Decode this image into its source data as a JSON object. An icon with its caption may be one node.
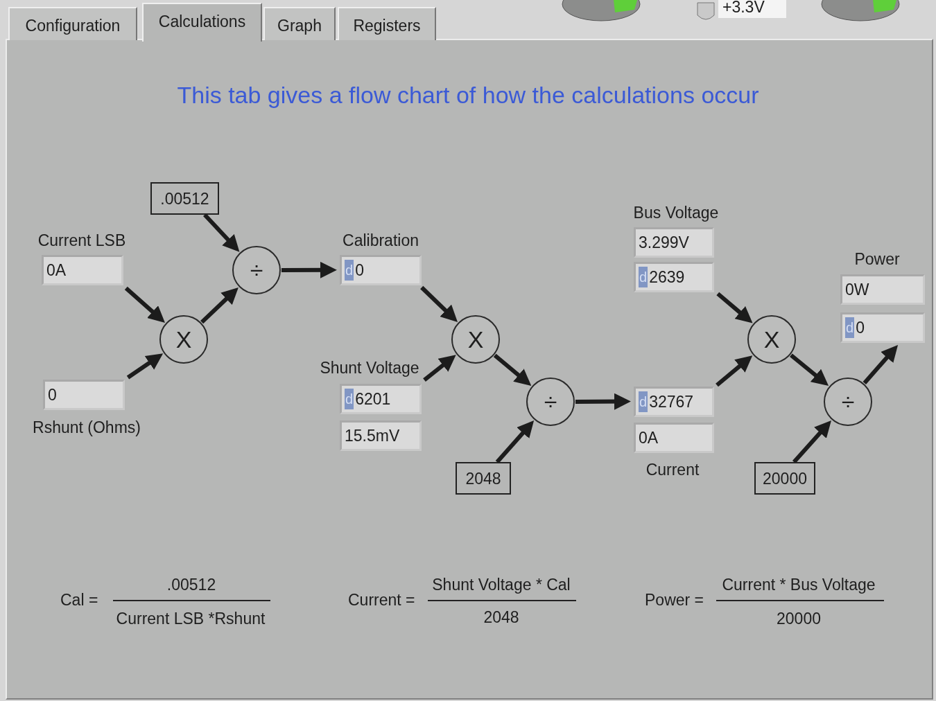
{
  "diagram": {
    "title": "This tab gives a flow chart of how the calculations occur",
    "nodes": [
      {
        "text": [
          "Current LSB",
          "0A"
        ]
      },
      {
        "text": [
          "0",
          "Rshunt (Ohms)"
        ]
      },
      {
        "text": [
          "X"
        ]
      },
      {
        "text": [
          ".00512"
        ]
      },
      {
        "text": [
          "÷"
        ]
      },
      {
        "text": [
          "Calibration",
          "d",
          "0"
        ]
      },
      {
        "text": [
          "Shunt Voltage",
          "d",
          "6201",
          "15.5mV"
        ]
      },
      {
        "text": [
          "X"
        ]
      },
      {
        "text": [
          "2048"
        ]
      },
      {
        "text": [
          "÷"
        ]
      },
      {
        "text": [
          "d",
          "32767",
          "0A",
          "Current"
        ]
      },
      {
        "text": [
          "Bus Voltage",
          "3.299V",
          "d",
          "2639"
        ]
      },
      {
        "text": [
          "X"
        ]
      },
      {
        "text": [
          "20000"
        ]
      },
      {
        "text": [
          "÷"
        ]
      },
      {
        "text": [
          "Power",
          "0W",
          "d",
          "0"
        ]
      }
    ],
    "edges": [
      {
        "from": 0,
        "to": 2,
        "arrow": "to"
      },
      {
        "from": 1,
        "to": 2,
        "arrow": "to"
      },
      {
        "from": 2,
        "to": 4,
        "arrow": "to"
      },
      {
        "from": 3,
        "to": 4,
        "arrow": "to"
      },
      {
        "from": 4,
        "to": 5,
        "arrow": "to"
      },
      {
        "from": 5,
        "to": 7,
        "arrow": "to"
      },
      {
        "from": 6,
        "to": 7,
        "arrow": "to"
      },
      {
        "from": 7,
        "to": 9,
        "arrow": "to"
      },
      {
        "from": 8,
        "to": 9,
        "arrow": "to"
      },
      {
        "from": 9,
        "to": 10,
        "arrow": "to"
      },
      {
        "from": 11,
        "to": 12,
        "arrow": "to"
      },
      {
        "from": 10,
        "to": 12,
        "arrow": "to"
      },
      {
        "from": 12,
        "to": 14,
        "arrow": "to"
      },
      {
        "from": 13,
        "to": 14,
        "arrow": "to"
      },
      {
        "from": 14,
        "to": 15,
        "arrow": "to"
      }
    ],
    "labels": [
      "Configuration",
      "Calculations",
      "Graph",
      "Registers",
      "+3.3V",
      "Cal =",
      ".00512",
      "Current LSB *Rshunt",
      "Current =",
      "Shunt Voltage * Cal",
      "2048",
      "Power =",
      "Current * Bus Voltage",
      "20000"
    ]
  }
}
